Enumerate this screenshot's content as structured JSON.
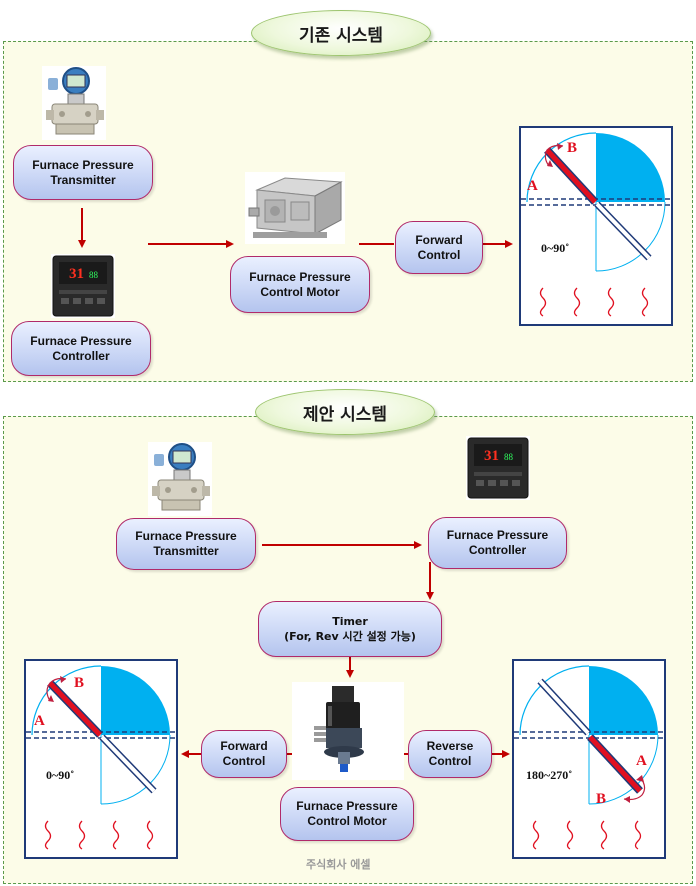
{
  "existing_system": {
    "title": "기존 시스템",
    "transmitter": "Furnace Pressure\nTransmitter",
    "controller": "Furnace Pressure\nController",
    "motor": "Furnace Pressure\nControl Motor",
    "forward": "Forward\nControl",
    "damper": {
      "label_a": "A",
      "label_b": "B",
      "range": "0~90˚"
    }
  },
  "proposed_system": {
    "title": "제안 시스템",
    "transmitter": "Furnace Pressure\nTransmitter",
    "controller": "Furnace Pressure\nController",
    "timer": "Timer\n(For, Rev 시간 설정 가능)",
    "motor": "Furnace Pressure\nControl Motor",
    "forward": "Forward\nControl",
    "reverse": "Reverse\nControl",
    "damper_left": {
      "label_a": "A",
      "label_b": "B",
      "range": "0~90˚"
    },
    "damper_right": {
      "label_a": "A",
      "label_b": "B",
      "range": "180~270˚"
    }
  },
  "footer": "주식회사 에셀",
  "colors": {
    "arrow": "#c00000",
    "quadrant": "#00b0f0",
    "node_border": "#b02a6a",
    "frame": "#1f3a78"
  },
  "icons": [
    "pressure-transmitter-device",
    "digital-controller-device",
    "control-motor-actuator",
    "servo-motor-actuator",
    "heat-wave-icon"
  ]
}
